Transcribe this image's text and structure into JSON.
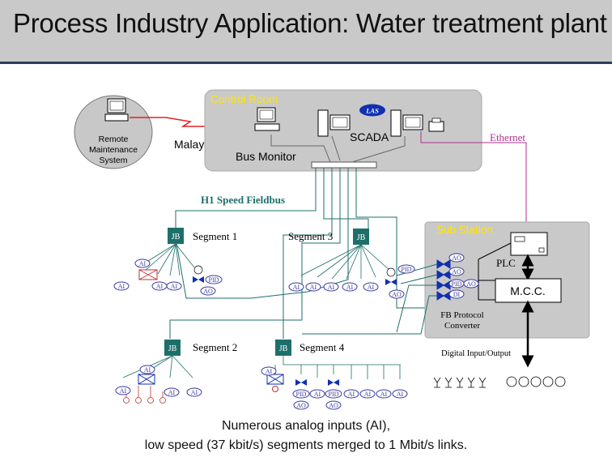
{
  "header": {
    "title": "Process Industry Application: Water treatment plant"
  },
  "remote": {
    "lines": [
      "Remote",
      "Maintenance",
      "System"
    ]
  },
  "labels": {
    "malaysia": "Malaysia",
    "control_room": "Control Room",
    "las": "LAS",
    "scada": "SCADA",
    "bus_monitor": "Bus Monitor",
    "ethernet": "Ethernet",
    "h1_fieldbus": "H1 Speed Fieldbus",
    "sub_station": "Sub Station",
    "plc": "PLC",
    "mcc": "M.C.C.",
    "fb_converter": [
      "FB Protocol",
      "Converter"
    ],
    "digital_io": "Digital Input/Output"
  },
  "junction_box": "JB",
  "segments": [
    "Segment 1",
    "Segment 2",
    "Segment 3",
    "Segment 4"
  ],
  "tags": {
    "ai": "AI",
    "ao": "AO",
    "pid": "PID",
    "di": "DI"
  },
  "caption": {
    "line1": "Numerous analog inputs (AI),",
    "line2": "low speed (37 kbit/s) segments merged to 1 Mbit/s links."
  },
  "colors": {
    "header_bg": "#c9c9c9",
    "header_rule": "#2f3e5a",
    "room_bg": "#c9c9c9",
    "room_title": "#ffe600",
    "jb": "#1e6f6a",
    "ethernet": "#b0308e",
    "tag": "#3a3aa0",
    "las": "#1030b0",
    "link_red": "#e02020",
    "h1_text": "#1e6f6a"
  }
}
